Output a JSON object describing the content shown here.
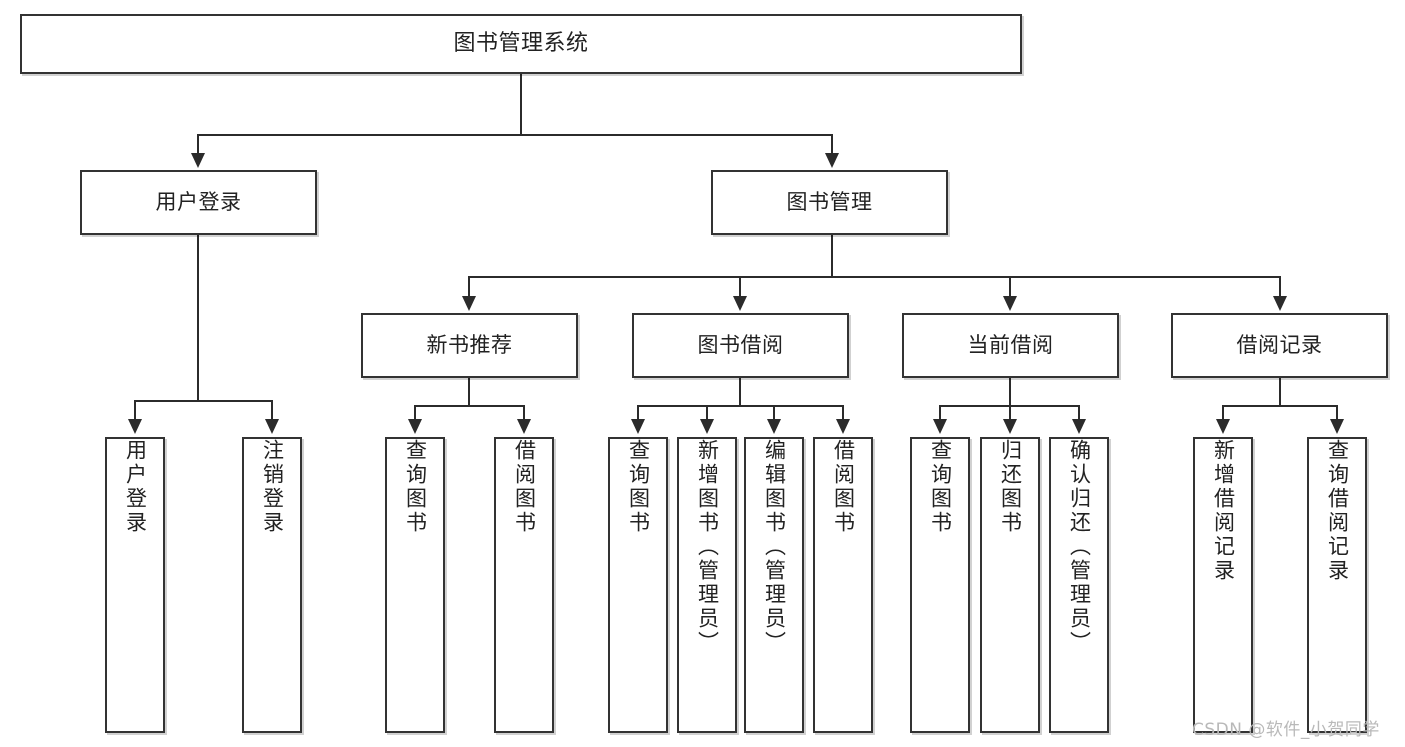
{
  "diagram": {
    "title": "图书管理系统",
    "type": "tree-hierarchy-diagram",
    "root": {
      "id": "root",
      "label": "图书管理系统"
    },
    "level2": [
      {
        "id": "user-login",
        "label": "用户登录"
      },
      {
        "id": "book-management",
        "label": "图书管理"
      }
    ],
    "level3": [
      {
        "id": "new-book-recommend",
        "label": "新书推荐",
        "parent": "book-management"
      },
      {
        "id": "book-borrow",
        "label": "图书借阅",
        "parent": "book-management"
      },
      {
        "id": "current-borrow",
        "label": "当前借阅",
        "parent": "book-management"
      },
      {
        "id": "borrow-record",
        "label": "借阅记录",
        "parent": "book-management"
      }
    ],
    "leaves": {
      "user_login": [
        {
          "id": "leaf-user-login",
          "label": "用户登录"
        },
        {
          "id": "leaf-user-logout",
          "label": "注销登录"
        }
      ],
      "new_book_recommend": [
        {
          "id": "leaf-query-book-1",
          "label": "查询图书"
        },
        {
          "id": "leaf-borrow-book-1",
          "label": "借阅图书"
        }
      ],
      "book_borrow": [
        {
          "id": "leaf-query-book-2",
          "label": "查询图书"
        },
        {
          "id": "leaf-add-book",
          "label": "新增图书（管理员）"
        },
        {
          "id": "leaf-edit-book",
          "label": "编辑图书（管理员）"
        },
        {
          "id": "leaf-borrow-book-2",
          "label": "借阅图书"
        }
      ],
      "current_borrow": [
        {
          "id": "leaf-query-book-3",
          "label": "查询图书"
        },
        {
          "id": "leaf-return-book",
          "label": "归还图书"
        },
        {
          "id": "leaf-confirm-return",
          "label": "确认归还（管理员）"
        }
      ],
      "borrow_record": [
        {
          "id": "leaf-add-record",
          "label": "新增借阅记录"
        },
        {
          "id": "leaf-query-record",
          "label": "查询借阅记录"
        }
      ]
    }
  },
  "watermark": {
    "text": "CSDN @软件_小贺同学"
  },
  "colors": {
    "box_border": "#333333",
    "edge": "#2b2b2b",
    "text": "#222222",
    "background": "#ffffff",
    "watermark": "#b9b9b9"
  }
}
